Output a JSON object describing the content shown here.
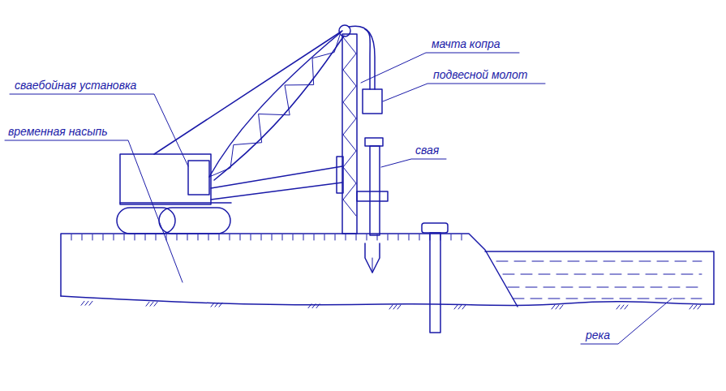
{
  "diagram": {
    "labels": [
      "мачта копра",
      "подвесной молот",
      "сваебойная установка",
      "временная насыпь",
      "свая",
      "река"
    ]
  }
}
